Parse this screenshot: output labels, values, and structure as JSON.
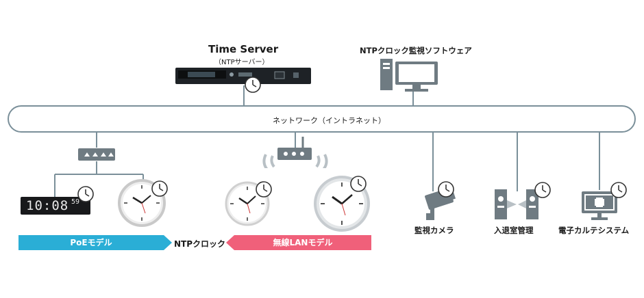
{
  "server": {
    "title": "Time Server",
    "subtitle": "（NTPサーバー）"
  },
  "software": {
    "label": "NTPクロック監視ソフトウェア"
  },
  "network": {
    "label": "ネットワーク（イントラネット）"
  },
  "digital_clock": {
    "time": "10:08",
    "seconds": "59"
  },
  "devices": {
    "camera": "監視カメラ",
    "access": "入退室管理",
    "emr": "電子カルテシステム"
  },
  "categories": {
    "poe": "PoEモデル",
    "center": "NTPクロック",
    "wlan": "無線LANモデル"
  },
  "colors": {
    "poe_band": "#2aaed6",
    "wlan_band": "#f0607a",
    "line": "#7a8f99",
    "icon_gray": "#6f7b82"
  },
  "icons": [
    "time-server-device",
    "pc-icon",
    "hub-icon",
    "wireless-router-icon",
    "analog-clock-icon",
    "sync-clock-badge-icon",
    "camera-icon",
    "gate-icon",
    "monitor-medical-icon"
  ]
}
